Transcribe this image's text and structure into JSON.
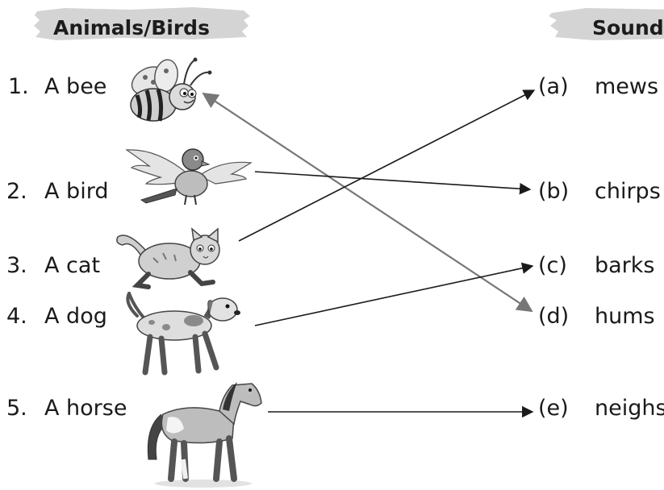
{
  "headers": {
    "left": "Animals/Birds",
    "right": "Sound"
  },
  "animals": [
    {
      "num": "1.",
      "name": "A bee",
      "icon": "bee-icon"
    },
    {
      "num": "2.",
      "name": "A bird",
      "icon": "bird-icon"
    },
    {
      "num": "3.",
      "name": "A cat",
      "icon": "cat-icon"
    },
    {
      "num": "4.",
      "name": "A dog",
      "icon": "dog-icon"
    },
    {
      "num": "5.",
      "name": "A horse",
      "icon": "horse-icon"
    }
  ],
  "sounds": [
    {
      "letter": "(a)",
      "word": "mews"
    },
    {
      "letter": "(b)",
      "word": "chirps"
    },
    {
      "letter": "(c)",
      "word": "barks"
    },
    {
      "letter": "(d)",
      "word": "hums"
    },
    {
      "letter": "(e)",
      "word": "neighs"
    }
  ],
  "matches": [
    {
      "from": "A bee",
      "to": "(d)"
    },
    {
      "from": "A bird",
      "to": "(b)"
    },
    {
      "from": "A cat",
      "to": "(a)"
    },
    {
      "from": "A dog",
      "to": "(c)"
    },
    {
      "from": "A horse",
      "to": "(e)"
    }
  ],
  "colors": {
    "header_band": "#d4d4d4",
    "text": "#1a1a1a",
    "arrow_dark": "#1a1a1a",
    "arrow_grey": "#777777"
  }
}
